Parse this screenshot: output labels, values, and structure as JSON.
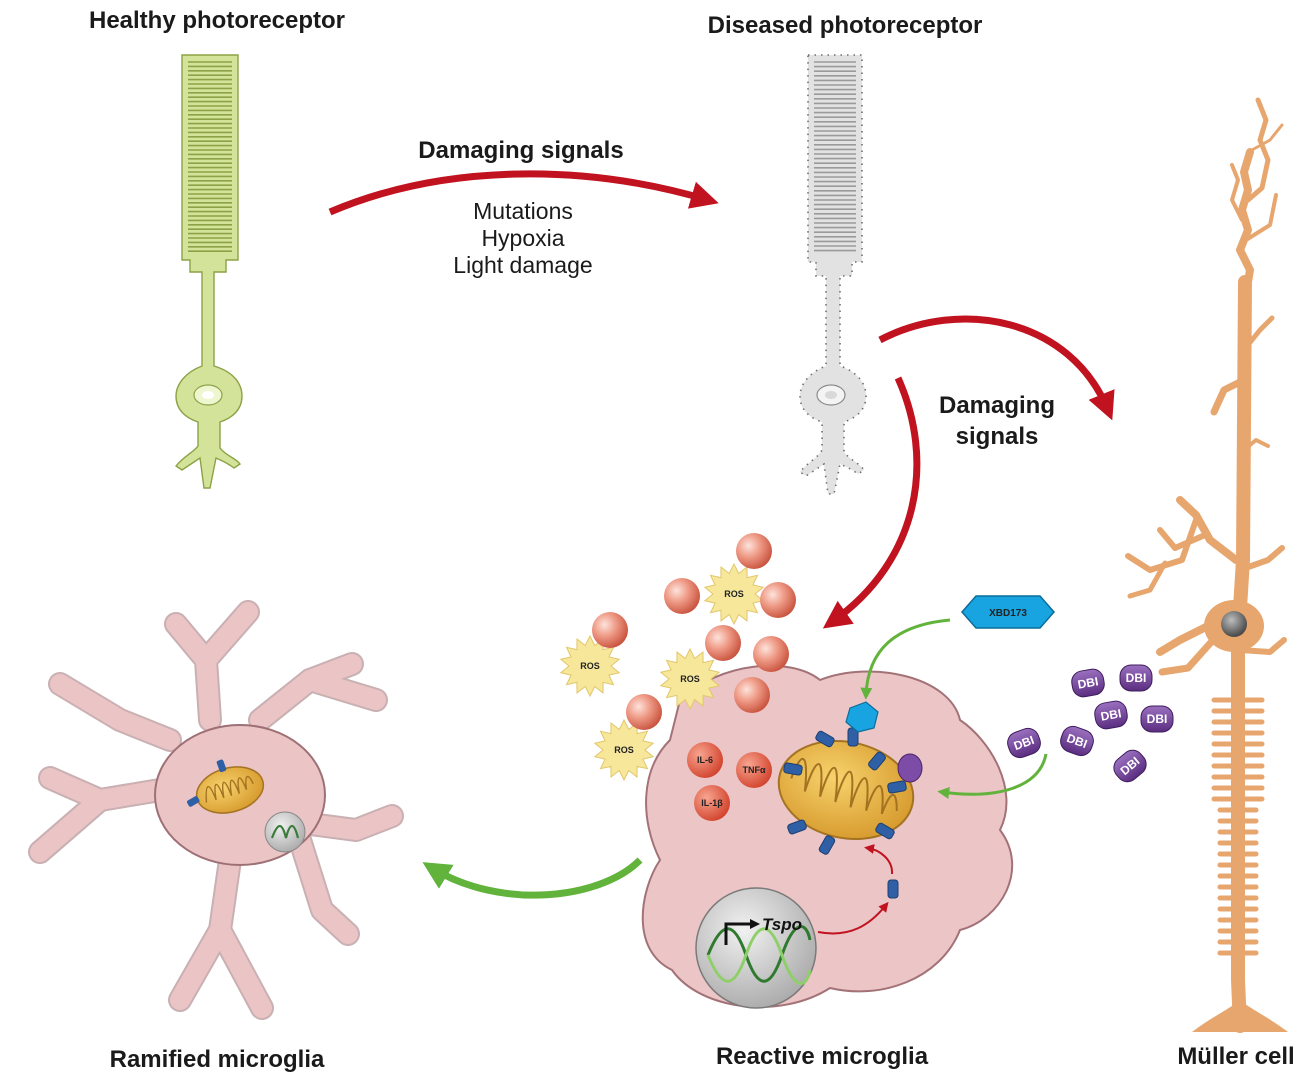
{
  "labels": {
    "healthy": "Healthy photoreceptor",
    "diseased": "Diseased photoreceptor",
    "damaging_top": "Damaging signals",
    "causes": [
      "Mutations",
      "Hypoxia",
      "Light damage"
    ],
    "damaging_side_1": "Damaging",
    "damaging_side_2": "signals",
    "ramified": "Ramified microglia",
    "reactive": "Reactive microglia",
    "muller": "Müller cell",
    "ros": "ROS",
    "xbd": "XBD173",
    "dbi": "DBI",
    "il6": "IL-6",
    "tnfa": "TNFα",
    "il1b": "IL-1β",
    "tspo": "Tspo"
  },
  "colors": {
    "healthy_cell": "#d3e399",
    "diseased_cell": "#e2e2e2",
    "damage_arrow": "#c1121f",
    "protective_arrow": "#62b33b",
    "microglia": "#ecc5c7",
    "muller": "#e8a66f",
    "mitochondria": "#e9b040",
    "ros_star": "#f7e79b",
    "cytokine": "#e2563f",
    "xbd173": "#18a4e0",
    "dbi": "#6f3f97",
    "tspo_receptor": "#2f5fa5"
  }
}
